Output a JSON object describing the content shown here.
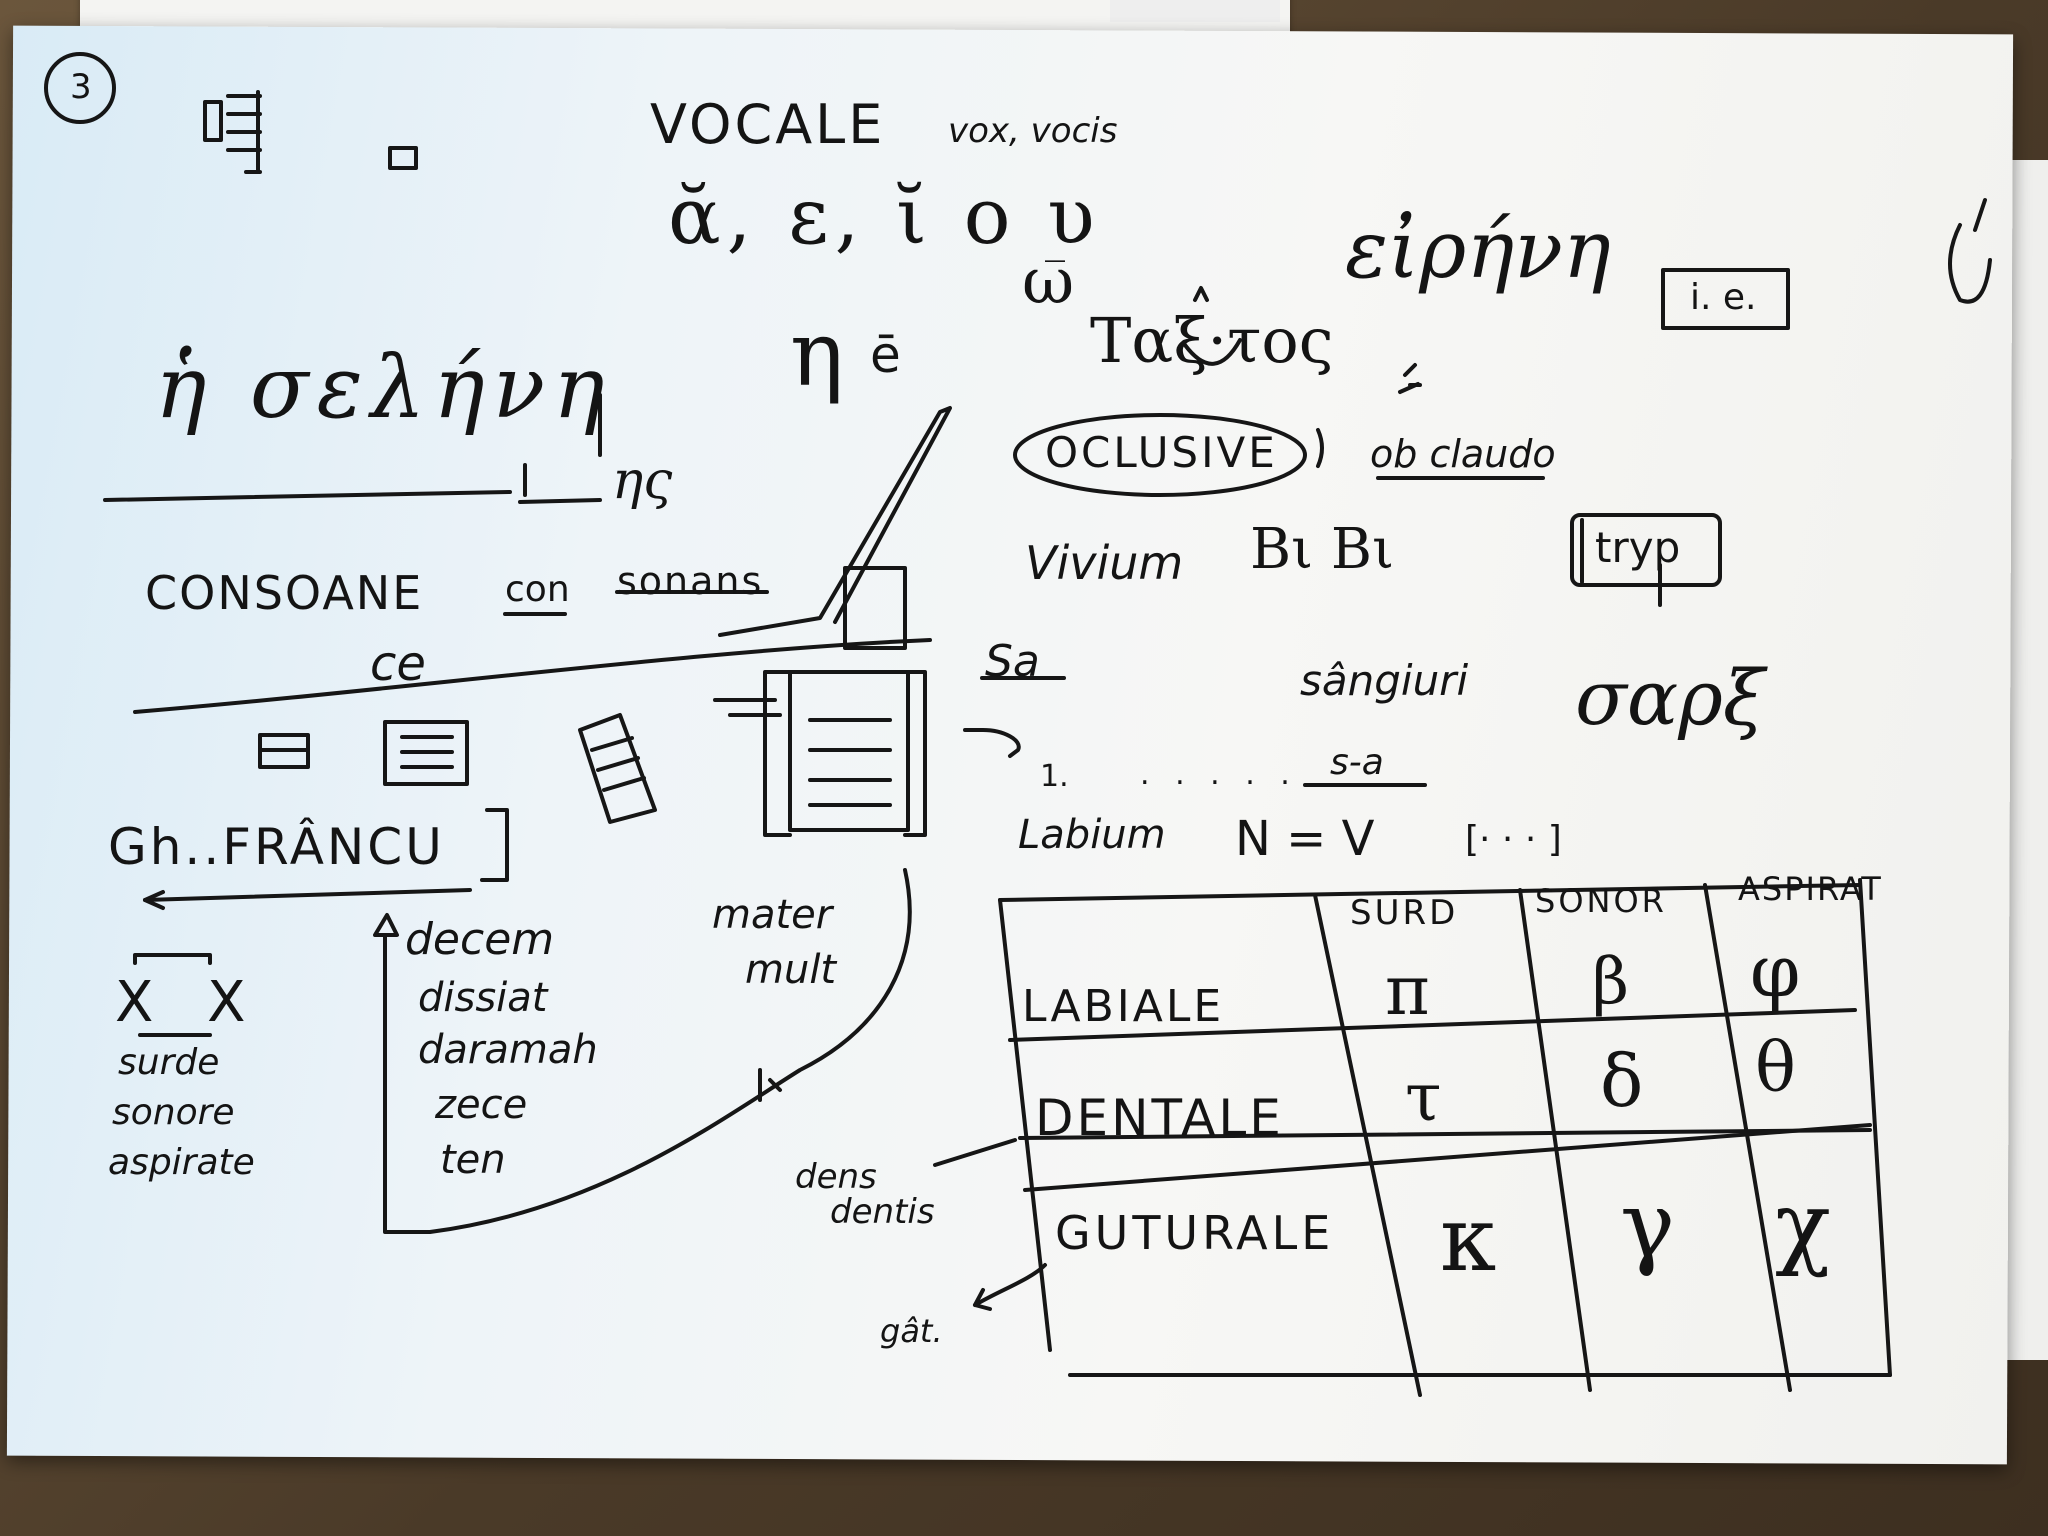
{
  "page_number": "3",
  "vowels": {
    "title": "VOCALE",
    "etymology": "vox, vocis",
    "short_vowels": "ᾰ, ε, ῐ  ο  υ",
    "long_omega": "ω",
    "eta": "η",
    "word_eirene": "εἰρήνη",
    "ie_box": "i. e.",
    "word_taxis": "Ταξ·τος",
    "word_selene": "ἡ σελήνη",
    "genitive_ending": "ης"
  },
  "consonants": {
    "title": "CONSOANE",
    "etym_prefix": "con",
    "etym_word": "sonans",
    "ce": "ce",
    "author": "Gh..FRÂNCU",
    "x_marks": "X X",
    "categories": [
      "surde",
      "sonore",
      "aspirate"
    ],
    "numeral_list": [
      "decem",
      "dissiat",
      "daramah",
      "zece",
      "ten"
    ],
    "materna": "mater",
    "mult": "mult",
    "dens": "dens",
    "dentis": "dentis",
    "gat": "gât."
  },
  "occlusive": {
    "title": "OCLUSIVE",
    "etym": "ob claudo",
    "vivium": "Vivium",
    "bibi": "Βι Βι",
    "tryp_box": "tryp",
    "sanguis": "Sa",
    "sangiuri": "sângiuri",
    "sarx": "σαρξ",
    "sa": "s-a",
    "labium": "Labium",
    "nv": "N = V",
    "bracket": "[· · · ]",
    "one": "1."
  },
  "table": {
    "headers": [
      "SURD",
      "SONOR",
      "ASPIRAT"
    ],
    "rows": [
      {
        "label": "LABIALE",
        "cells": [
          "π",
          "β",
          "φ"
        ]
      },
      {
        "label": "DENTALE",
        "cells": [
          "τ",
          "δ",
          "θ"
        ]
      },
      {
        "label": "GUTURALE",
        "cells": [
          "κ",
          "γ",
          "χ"
        ]
      }
    ]
  }
}
